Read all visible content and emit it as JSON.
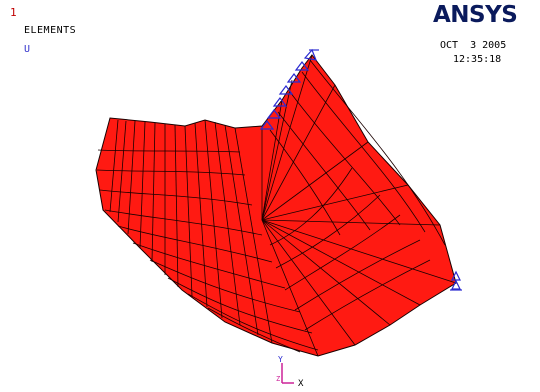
{
  "window_number": "1",
  "plot_type": "ELEMENTS",
  "dof_label": "U",
  "logo": "ANSYS",
  "date": "OCT  3 2005",
  "time": "12:35:18",
  "triad": {
    "y_label": "Y",
    "x_label": "X",
    "z_label": "Z"
  },
  "colors": {
    "mesh_fill": "#ff1a12",
    "mesh_lines": "#1a0000",
    "constraints": "#2a2ad0",
    "triad": "#cc2299"
  }
}
